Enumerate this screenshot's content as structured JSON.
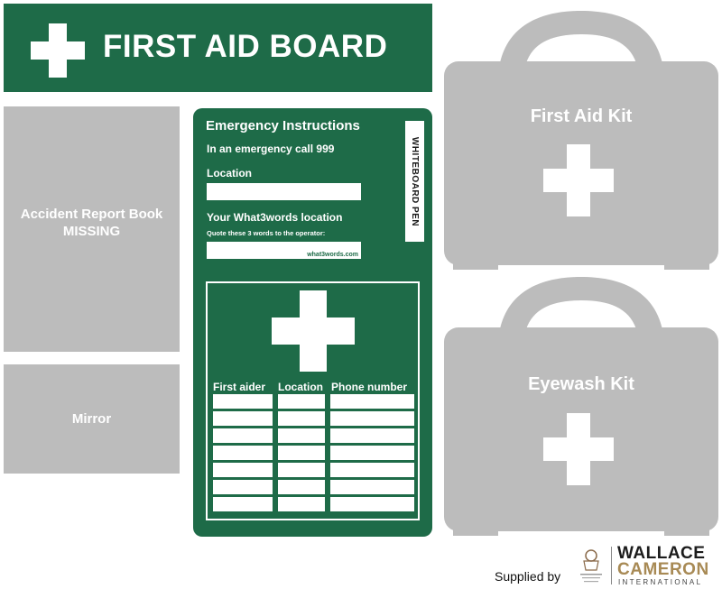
{
  "header": {
    "title": "FIRST AID BOARD"
  },
  "left_panels": {
    "accident": {
      "line1": "Accident Report Book",
      "line2": "MISSING"
    },
    "mirror": {
      "label": "Mirror"
    }
  },
  "board": {
    "heading": "Emergency Instructions",
    "emergency_text": "In an emergency call 999",
    "location_label": "Location",
    "what3words_label": "Your What3words location",
    "quote_text": "Quote these 3 words to the operator:",
    "what3words_site": "what3words.com",
    "pen_label": "WHITEBOARD PEN",
    "table_headers": [
      "First aider",
      "Location",
      "Phone number"
    ]
  },
  "kits": {
    "first_aid": {
      "label": "First Aid Kit"
    },
    "eyewash": {
      "label": "Eyewash Kit"
    }
  },
  "footer": {
    "supplied_by": "Supplied by",
    "logo_line1": "WALLACE",
    "logo_line2": "CAMERON",
    "logo_line3": "INTERNATIONAL"
  },
  "colors": {
    "green": "#1e6b48",
    "grey": "#bcbcbc",
    "gold": "#a88a55"
  },
  "icons": [
    "first-aid-cross-icon",
    "royal-warrant-crest-icon"
  ]
}
